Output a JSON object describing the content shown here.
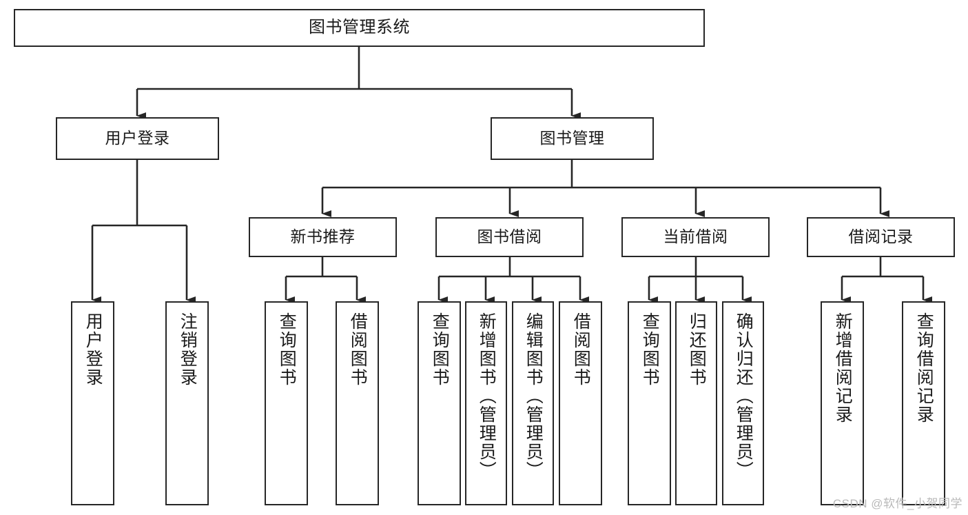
{
  "diagram": {
    "type": "tree",
    "title": "图书管理系统",
    "orientation": "top-down",
    "nodes": {
      "root": {
        "label": "图书管理系统",
        "level": 0
      },
      "user_login": {
        "label": "用户登录",
        "level": 1
      },
      "book_manage": {
        "label": "图书管理",
        "level": 1
      },
      "new_book_rec": {
        "label": "新书推荐",
        "level": 2
      },
      "book_borrow": {
        "label": "图书借阅",
        "level": 2
      },
      "current_borrow": {
        "label": "当前借阅",
        "level": 2
      },
      "borrow_record": {
        "label": "借阅记录",
        "level": 2
      },
      "leaf_user_login": {
        "label": "用户登录",
        "level": 2
      },
      "leaf_logout": {
        "label": "注销登录",
        "level": 2
      },
      "leaf_query_book_1": {
        "label": "查询图书",
        "level": 3
      },
      "leaf_borrow_book_1": {
        "label": "借阅图书",
        "level": 3
      },
      "leaf_query_book_2": {
        "label": "查询图书",
        "level": 3
      },
      "leaf_add_book": {
        "label": "新增图书（管理员）",
        "level": 3
      },
      "leaf_edit_book": {
        "label": "编辑图书（管理员）",
        "level": 3
      },
      "leaf_borrow_book_2": {
        "label": "借阅图书",
        "level": 3
      },
      "leaf_query_book_3": {
        "label": "查询图书",
        "level": 3
      },
      "leaf_return_book": {
        "label": "归还图书",
        "level": 3
      },
      "leaf_confirm_return": {
        "label": "确认归还（管理员）",
        "level": 3
      },
      "leaf_add_record": {
        "label": "新增借阅记录",
        "level": 3
      },
      "leaf_query_record": {
        "label": "查询借阅记录",
        "level": 3
      }
    },
    "edges": [
      {
        "from": "root",
        "to": "user_login"
      },
      {
        "from": "root",
        "to": "book_manage"
      },
      {
        "from": "user_login",
        "to": "leaf_user_login"
      },
      {
        "from": "user_login",
        "to": "leaf_logout"
      },
      {
        "from": "book_manage",
        "to": "new_book_rec"
      },
      {
        "from": "book_manage",
        "to": "book_borrow"
      },
      {
        "from": "book_manage",
        "to": "current_borrow"
      },
      {
        "from": "book_manage",
        "to": "borrow_record"
      },
      {
        "from": "new_book_rec",
        "to": "leaf_query_book_1"
      },
      {
        "from": "new_book_rec",
        "to": "leaf_borrow_book_1"
      },
      {
        "from": "book_borrow",
        "to": "leaf_query_book_2"
      },
      {
        "from": "book_borrow",
        "to": "leaf_add_book"
      },
      {
        "from": "book_borrow",
        "to": "leaf_edit_book"
      },
      {
        "from": "book_borrow",
        "to": "leaf_borrow_book_2"
      },
      {
        "from": "current_borrow",
        "to": "leaf_query_book_3"
      },
      {
        "from": "current_borrow",
        "to": "leaf_return_book"
      },
      {
        "from": "current_borrow",
        "to": "leaf_confirm_return"
      },
      {
        "from": "borrow_record",
        "to": "leaf_add_record"
      },
      {
        "from": "borrow_record",
        "to": "leaf_query_record"
      }
    ],
    "colors": {
      "stroke": "#262626",
      "fill": "#ffffff",
      "text": "#1a1a1a",
      "watermark": "#b9b9b9"
    }
  },
  "watermark": {
    "text": "CSDN @软件_小贺同学"
  }
}
